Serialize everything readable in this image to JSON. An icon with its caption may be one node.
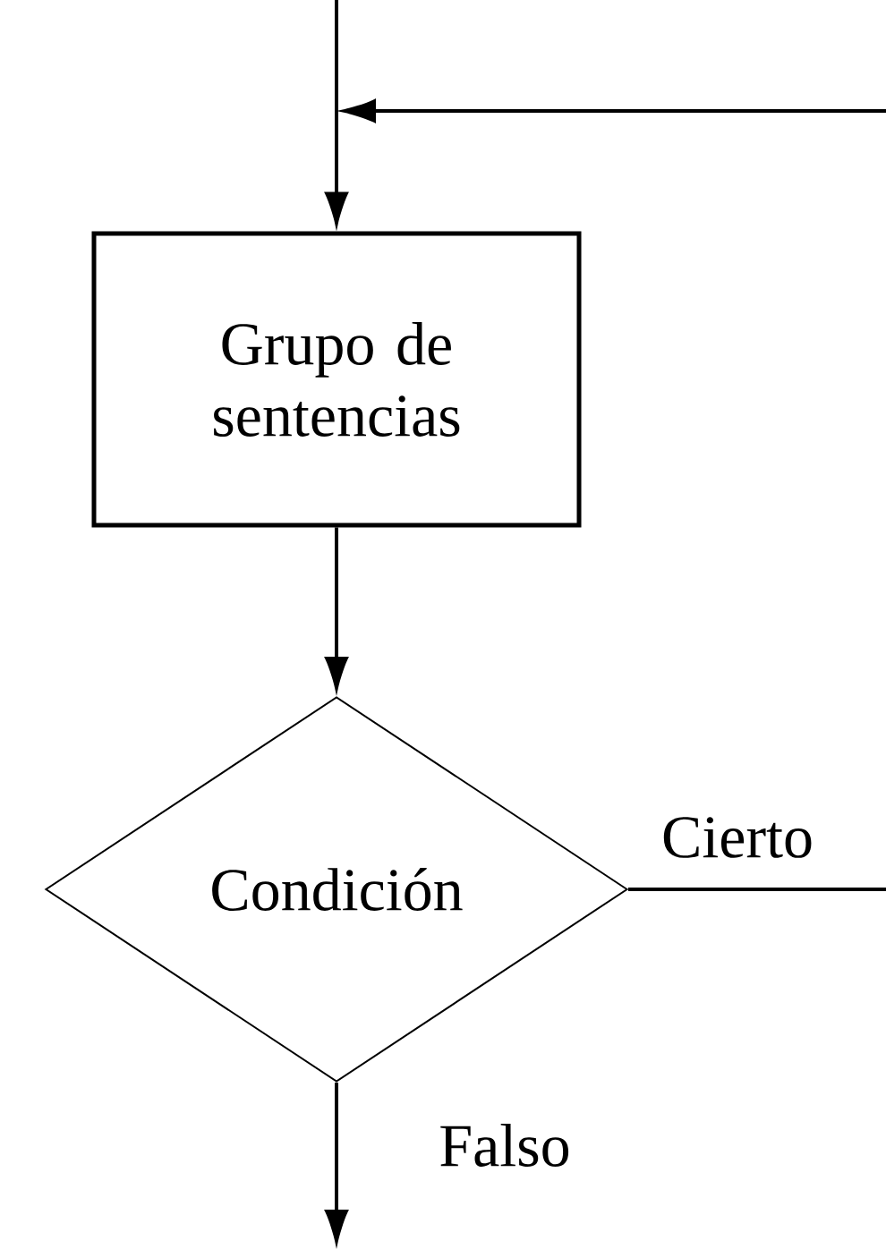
{
  "diagram": {
    "nodes": [
      {
        "text": [
          "Grupo de sentencias"
        ]
      },
      {
        "text": [
          "Condición"
        ]
      }
    ],
    "edges": [
      {
        "from": null,
        "to": 0,
        "arrow": "to"
      },
      {
        "from": 0,
        "to": 1,
        "arrow": "to"
      },
      {
        "from": 1,
        "to": 0,
        "arrow": "to",
        "label": "Cierto"
      },
      {
        "from": 1,
        "to": null,
        "arrow": "to",
        "label": "Falso"
      }
    ]
  }
}
